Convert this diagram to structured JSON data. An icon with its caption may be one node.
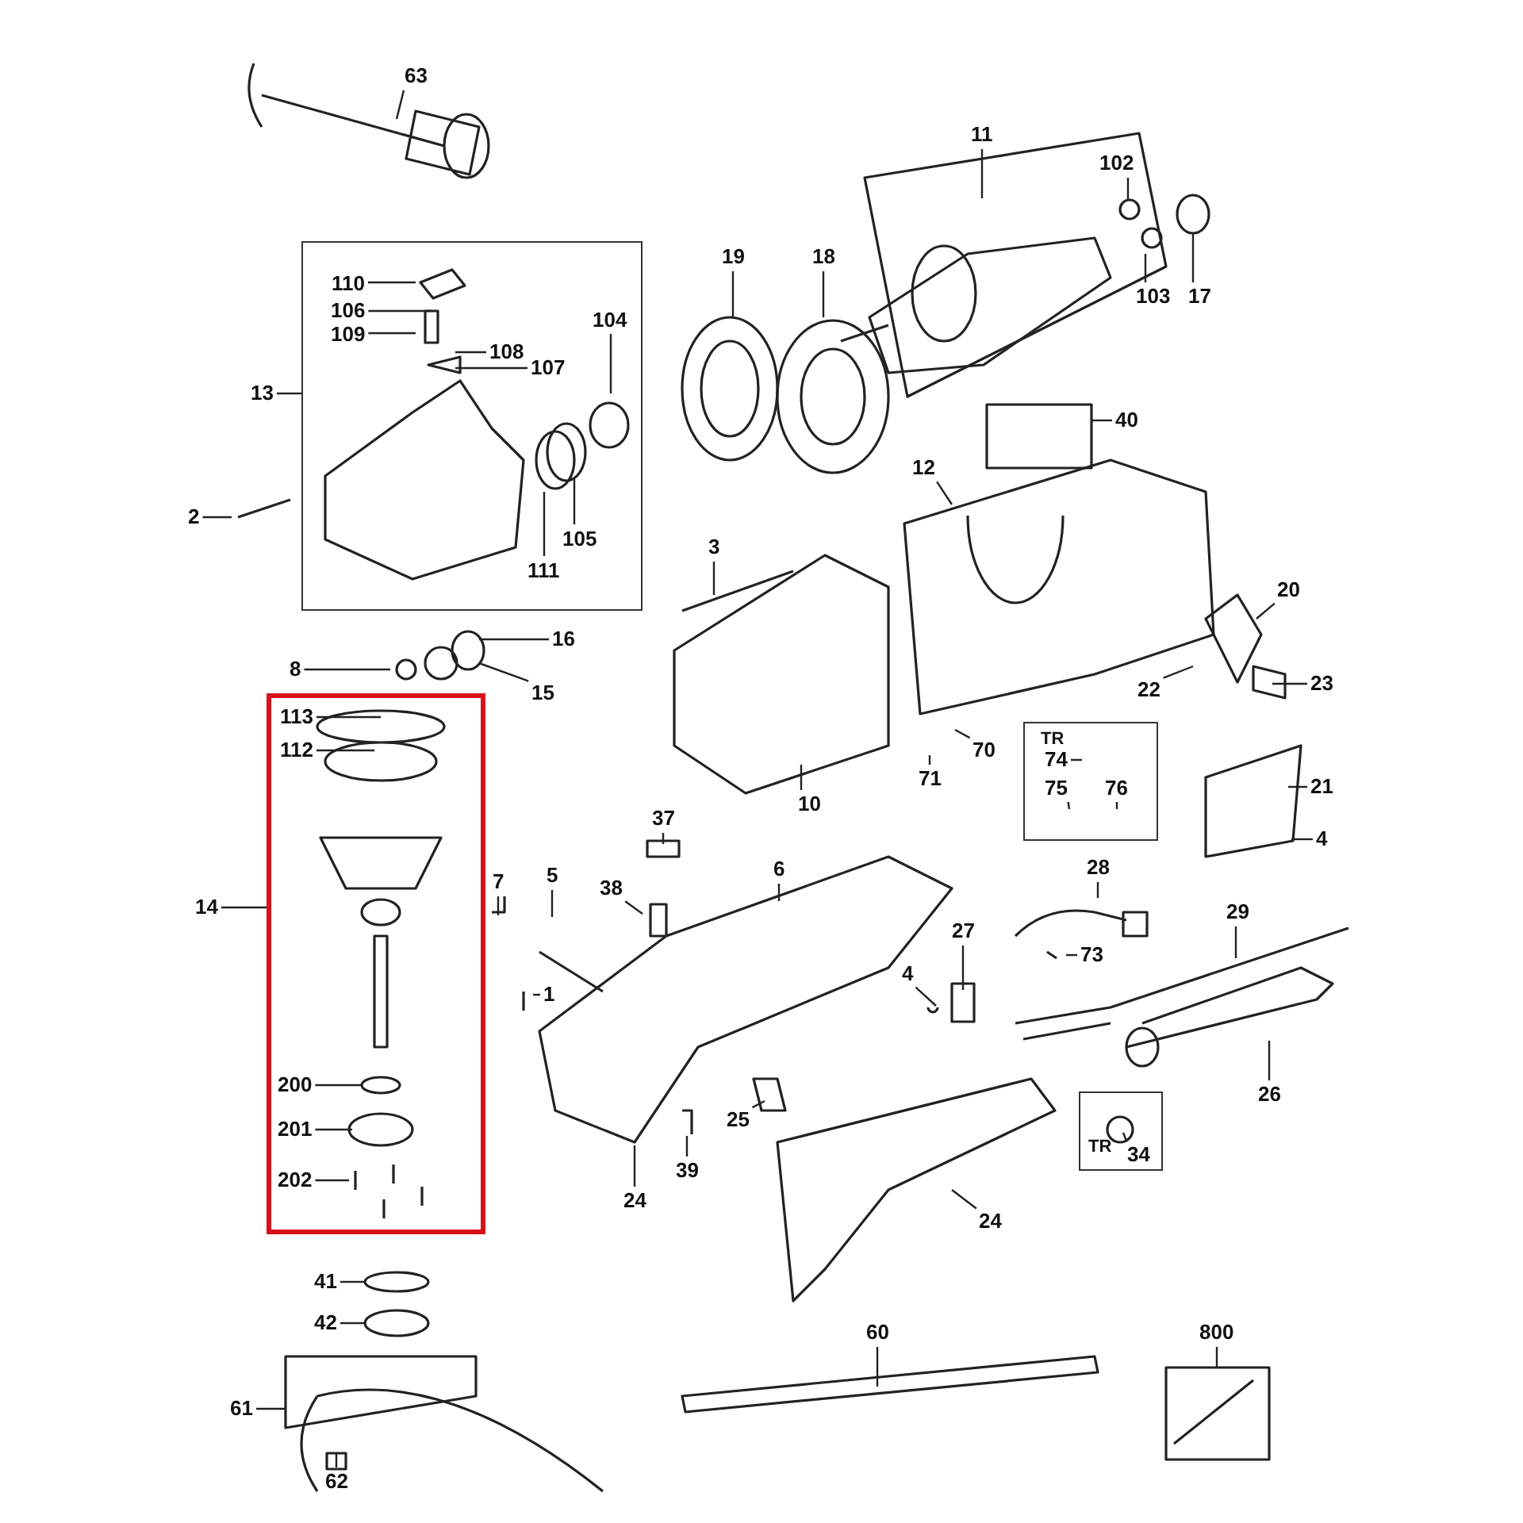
{
  "diagram": {
    "nodes": [
      {
        "text": [],
        "shape": "box"
      },
      {
        "text": [],
        "shape": "box"
      },
      {
        "text": [
          "TR"
        ]
      },
      {
        "text": [
          "TR"
        ]
      },
      {
        "text": [
          "63"
        ]
      },
      {
        "text": [
          "11"
        ]
      },
      {
        "text": [
          "102"
        ]
      },
      {
        "text": [
          "103"
        ]
      },
      {
        "text": [
          "17"
        ]
      },
      {
        "text": [
          "18"
        ]
      },
      {
        "text": [
          "19"
        ]
      },
      {
        "text": [
          "13"
        ]
      },
      {
        "text": [
          "110"
        ],
        "in": 0
      },
      {
        "text": [
          "106"
        ],
        "in": 0
      },
      {
        "text": [
          "109"
        ],
        "in": 0
      },
      {
        "text": [
          "108"
        ],
        "in": 0
      },
      {
        "text": [
          "107"
        ],
        "in": 0
      },
      {
        "text": [
          "104"
        ],
        "in": 0
      },
      {
        "text": [
          "2"
        ]
      },
      {
        "text": [
          "105"
        ],
        "in": 0
      },
      {
        "text": [
          "111"
        ],
        "in": 0
      },
      {
        "text": [
          "40"
        ]
      },
      {
        "text": [
          "12"
        ]
      },
      {
        "text": [
          "3"
        ]
      },
      {
        "text": [
          "20"
        ]
      },
      {
        "text": [
          "16"
        ]
      },
      {
        "text": [
          "8"
        ]
      },
      {
        "text": [
          "15"
        ]
      },
      {
        "text": [
          "22"
        ]
      },
      {
        "text": [
          "23"
        ]
      },
      {
        "text": [
          "113"
        ],
        "in": 1
      },
      {
        "text": [
          "112"
        ],
        "in": 1
      },
      {
        "text": [
          "74"
        ],
        "in": 2
      },
      {
        "text": [
          "75"
        ],
        "in": 2
      },
      {
        "text": [
          "76"
        ],
        "in": 2
      },
      {
        "text": [
          "70"
        ]
      },
      {
        "text": [
          "71"
        ]
      },
      {
        "text": [
          "10"
        ]
      },
      {
        "text": [
          "21"
        ]
      },
      {
        "text": [
          "4"
        ]
      },
      {
        "text": [
          "37"
        ]
      },
      {
        "text": [
          "14"
        ]
      },
      {
        "text": [
          "7"
        ]
      },
      {
        "text": [
          "5"
        ]
      },
      {
        "text": [
          "6"
        ]
      },
      {
        "text": [
          "38"
        ]
      },
      {
        "text": [
          "28"
        ]
      },
      {
        "text": [
          "29"
        ]
      },
      {
        "text": [
          "1"
        ]
      },
      {
        "text": [
          "27"
        ]
      },
      {
        "text": [
          "4"
        ]
      },
      {
        "text": [
          "73"
        ]
      },
      {
        "text": [
          "26"
        ]
      },
      {
        "text": [
          "200"
        ],
        "in": 1
      },
      {
        "text": [
          "201"
        ],
        "in": 1
      },
      {
        "text": [
          "25"
        ]
      },
      {
        "text": [
          "39"
        ]
      },
      {
        "text": [
          "24"
        ]
      },
      {
        "text": [
          "202"
        ],
        "in": 1
      },
      {
        "text": [
          "34"
        ],
        "in": 3
      },
      {
        "text": [
          "24"
        ]
      },
      {
        "text": [
          "41"
        ]
      },
      {
        "text": [
          "42"
        ]
      },
      {
        "text": [
          "60"
        ]
      },
      {
        "text": [
          "800"
        ]
      },
      {
        "text": [
          "61"
        ]
      },
      {
        "text": [
          "62"
        ]
      }
    ],
    "edges": [
      {
        "from": 4,
        "to": null,
        "arrow": "none"
      },
      {
        "from": 5,
        "to": null,
        "arrow": "none"
      },
      {
        "from": 6,
        "to": null,
        "arrow": "none"
      },
      {
        "from": 7,
        "to": null,
        "arrow": "none"
      },
      {
        "from": 8,
        "to": null,
        "arrow": "none"
      },
      {
        "from": 9,
        "to": null,
        "arrow": "none"
      },
      {
        "from": 10,
        "to": null,
        "arrow": "none"
      },
      {
        "from": 11,
        "to": 0,
        "arrow": "none"
      },
      {
        "from": 12,
        "to": null,
        "arrow": "none"
      },
      {
        "from": 13,
        "to": null,
        "arrow": "none"
      },
      {
        "from": 14,
        "to": null,
        "arrow": "none"
      },
      {
        "from": 15,
        "to": null,
        "arrow": "none"
      },
      {
        "from": 16,
        "to": null,
        "arrow": "none"
      },
      {
        "from": 17,
        "to": null,
        "arrow": "none"
      },
      {
        "from": 18,
        "to": null,
        "arrow": "none"
      },
      {
        "from": 19,
        "to": null,
        "arrow": "none"
      },
      {
        "from": 20,
        "to": null,
        "arrow": "none"
      },
      {
        "from": 21,
        "to": null,
        "arrow": "none"
      },
      {
        "from": 22,
        "to": null,
        "arrow": "none"
      },
      {
        "from": 23,
        "to": null,
        "arrow": "none"
      },
      {
        "from": 24,
        "to": null,
        "arrow": "none"
      },
      {
        "from": 25,
        "to": null,
        "arrow": "none"
      },
      {
        "from": 26,
        "to": null,
        "arrow": "none"
      },
      {
        "from": 27,
        "to": null,
        "arrow": "none"
      },
      {
        "from": 28,
        "to": null,
        "arrow": "none"
      },
      {
        "from": 29,
        "to": null,
        "arrow": "none"
      },
      {
        "from": 30,
        "to": null,
        "arrow": "none"
      },
      {
        "from": 31,
        "to": null,
        "arrow": "none"
      },
      {
        "from": 32,
        "to": null,
        "arrow": "none"
      },
      {
        "from": 33,
        "to": null,
        "arrow": "none"
      },
      {
        "from": 34,
        "to": null,
        "arrow": "none"
      },
      {
        "from": 35,
        "to": null,
        "arrow": "none"
      },
      {
        "from": 36,
        "to": null,
        "arrow": "none"
      },
      {
        "from": 37,
        "to": null,
        "arrow": "none"
      },
      {
        "from": 38,
        "to": null,
        "arrow": "none"
      },
      {
        "from": 39,
        "to": null,
        "arrow": "none"
      },
      {
        "from": 40,
        "to": null,
        "arrow": "none"
      },
      {
        "from": 41,
        "to": 1,
        "arrow": "none"
      },
      {
        "from": 42,
        "to": null,
        "arrow": "none"
      },
      {
        "from": 43,
        "to": null,
        "arrow": "none"
      },
      {
        "from": 44,
        "to": null,
        "arrow": "none"
      },
      {
        "from": 45,
        "to": null,
        "arrow": "none"
      },
      {
        "from": 46,
        "to": null,
        "arrow": "none"
      },
      {
        "from": 47,
        "to": null,
        "arrow": "none"
      },
      {
        "from": 48,
        "to": null,
        "arrow": "none"
      },
      {
        "from": 49,
        "to": null,
        "arrow": "none"
      },
      {
        "from": 50,
        "to": null,
        "arrow": "none"
      },
      {
        "from": 51,
        "to": null,
        "arrow": "none"
      },
      {
        "from": 52,
        "to": null,
        "arrow": "none"
      },
      {
        "from": 53,
        "to": null,
        "arrow": "none"
      },
      {
        "from": 54,
        "to": null,
        "arrow": "none"
      },
      {
        "from": 55,
        "to": null,
        "arrow": "none"
      },
      {
        "from": 56,
        "to": null,
        "arrow": "none"
      },
      {
        "from": 57,
        "to": null,
        "arrow": "none"
      },
      {
        "from": 58,
        "to": null,
        "arrow": "none"
      },
      {
        "from": 59,
        "to": null,
        "arrow": "none"
      },
      {
        "from": 60,
        "to": null,
        "arrow": "none"
      },
      {
        "from": 61,
        "to": null,
        "arrow": "none"
      },
      {
        "from": 62,
        "to": null,
        "arrow": "none"
      },
      {
        "from": 63,
        "to": null,
        "arrow": "none"
      },
      {
        "from": 64,
        "to": null,
        "arrow": "none"
      },
      {
        "from": 65,
        "to": null,
        "arrow": "none"
      },
      {
        "from": 66,
        "to": null,
        "arrow": "none"
      }
    ]
  }
}
